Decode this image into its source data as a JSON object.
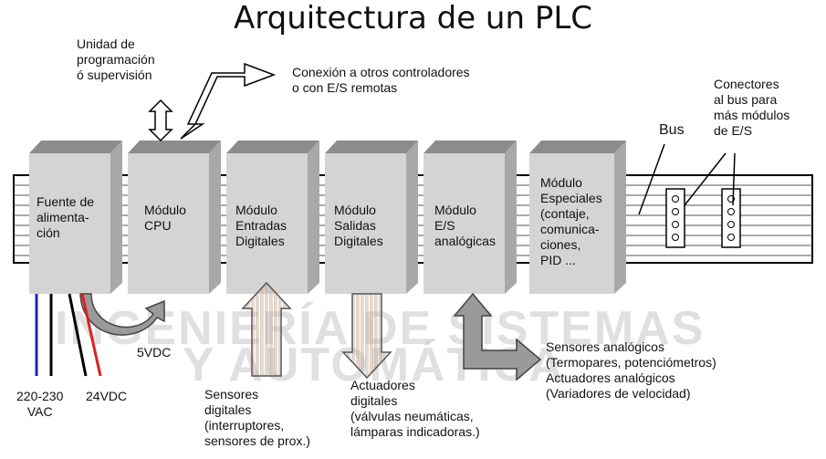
{
  "title": "Arquitectura de un PLC",
  "watermark": {
    "line1": "INGENIERÍA DE SISTEMAS",
    "line2": "Y AUTOMÁTICA"
  },
  "labels": {
    "programming_unit": "Unidad de\nprogramación\nó supervisión",
    "connection": "Conexión a otros controladores\no con E/S remotas",
    "bus": "Bus",
    "connectors": "Conectores\nal bus para\nmás módulos\nde E/S",
    "v5dc": "5VDC",
    "vac": "220-230\nVAC",
    "v24dc": "24VDC",
    "digital_sensors": "Sensores\ndigitales\n(interruptores,\nsensores de prox.)",
    "digital_actuators": "Actuadores\ndigitales\n(válvulas neumáticas,\nlámparas indicadoras.)",
    "analog": "Sensores analógicos\n(Termopares, potenciómetros)\nActuadores analógicos\n(Variadores de velocidad)"
  },
  "modules": [
    {
      "id": "power",
      "label": "Fuente de\nalimenta-\nción"
    },
    {
      "id": "cpu",
      "label": "Módulo\nCPU"
    },
    {
      "id": "din",
      "label": "Módulo\nEntradas\nDigitales"
    },
    {
      "id": "dout",
      "label": "Módulo\nSalidas\nDigitales"
    },
    {
      "id": "aio",
      "label": "Módulo\nE/S\nanalógicas"
    },
    {
      "id": "special",
      "label": "Módulo\nEspeciales\n(contaje,\ncomunica-\nciones,\nPID ..."
    }
  ],
  "colors": {
    "wire_vac_1": "#2020c0",
    "wire_vac_2": "#000000",
    "wire_24_1": "#000000",
    "wire_24_2": "#e02020",
    "module_front": "#d4d4d4",
    "module_side": "#a8a8a8",
    "module_top": "#8c8c8c"
  }
}
